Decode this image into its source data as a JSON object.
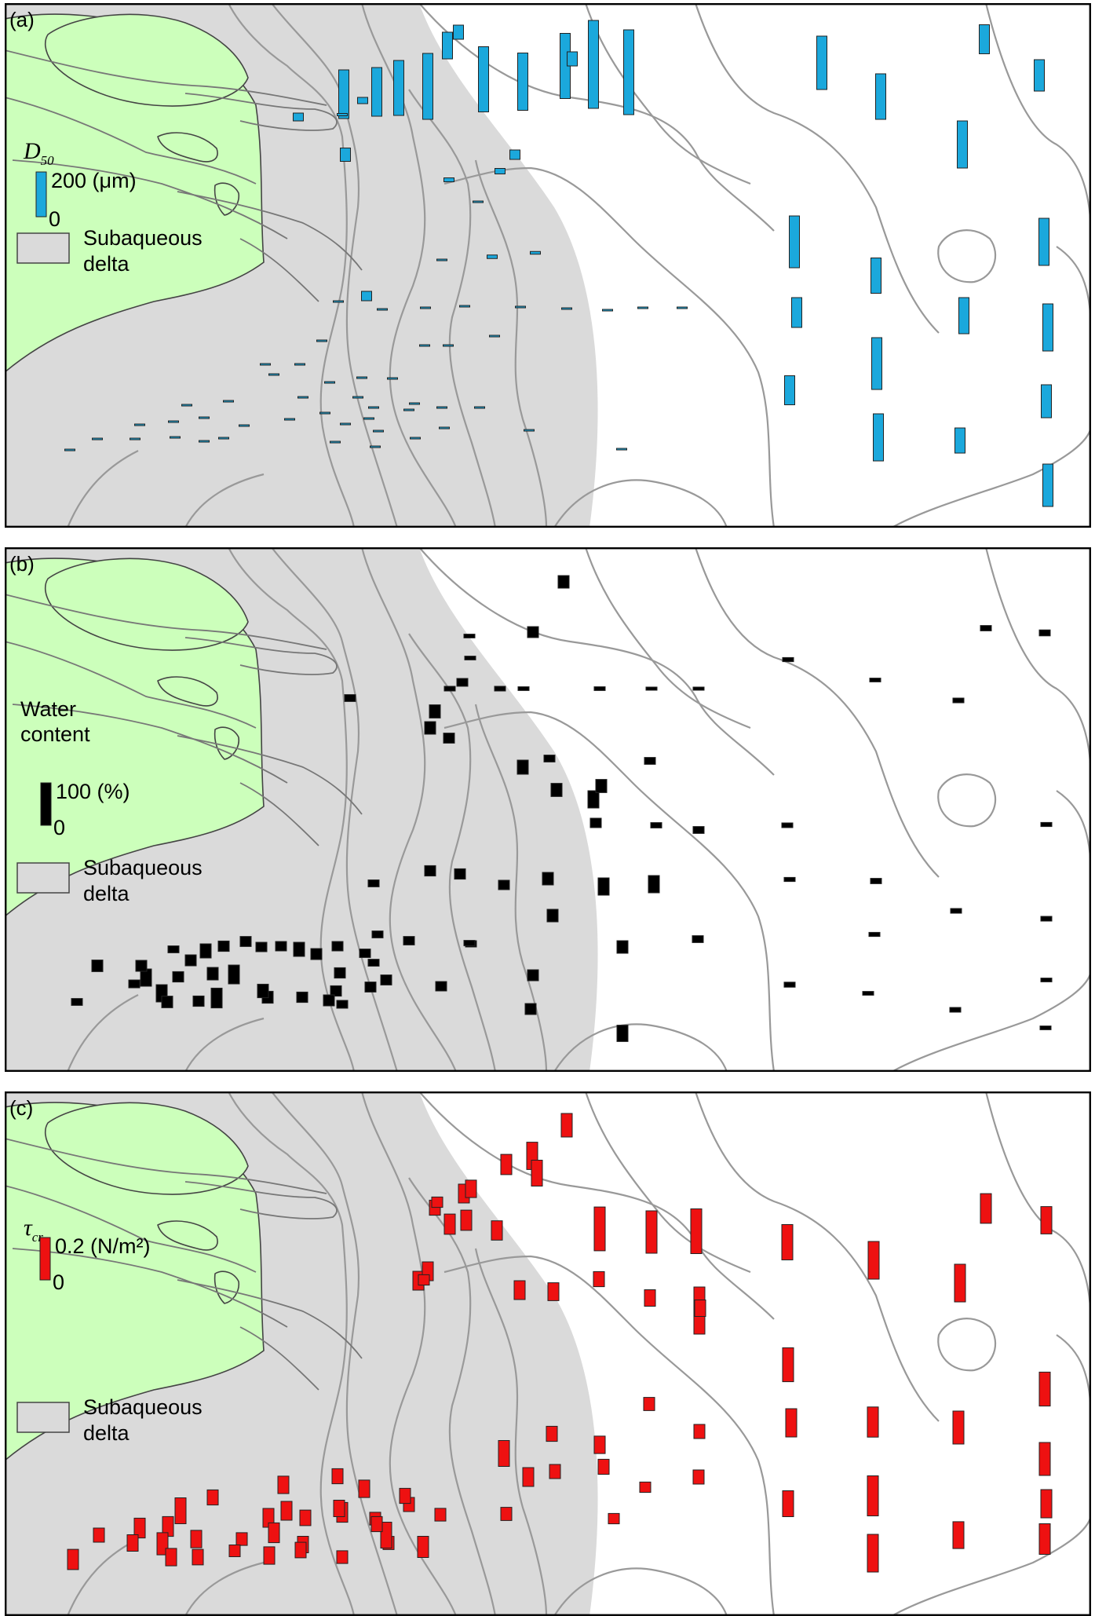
{
  "panels": [
    {
      "id": "a",
      "label": "(a)",
      "variable_label": "D",
      "variable_sub": "50",
      "scale_max_label": "200 (μm)",
      "scale_min_label": "0",
      "delta_legend": [
        "Subaqueous",
        "delta"
      ],
      "bar_color": "#1ba8dc"
    },
    {
      "id": "b",
      "label": "(b)",
      "variable_label_lines": [
        "Water",
        "content"
      ],
      "scale_max_label": "100 (%)",
      "scale_min_label": "0",
      "delta_legend": [
        "Subaqueous",
        "delta"
      ],
      "bar_color": "#000000"
    },
    {
      "id": "c",
      "label": "(c)",
      "variable_label": "τ",
      "variable_sub": "cr",
      "scale_max_label": "0.2 (N/m²)",
      "scale_min_label": "0",
      "delta_legend": [
        "Subaqueous",
        "delta"
      ],
      "bar_color": "#ee1111"
    }
  ]
}
